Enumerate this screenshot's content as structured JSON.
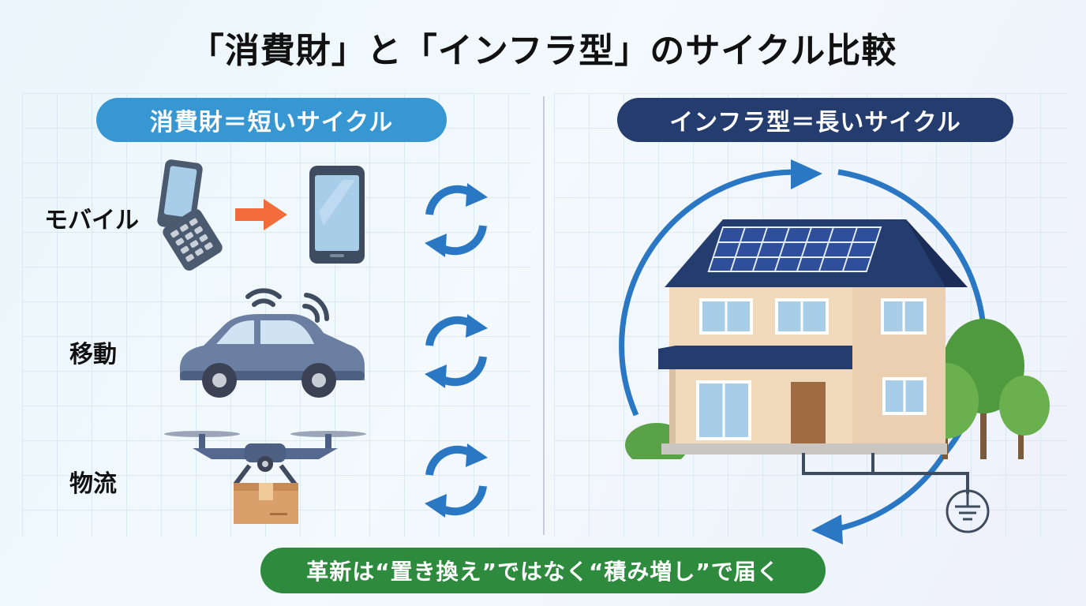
{
  "title": "「消費財」と「インフラ型」のサイクル比較",
  "left_panel": {
    "heading": "消費財＝短いサイクル",
    "rows": [
      {
        "label": "モバイル",
        "icons": [
          "flip-phone-icon",
          "arrow-right-icon",
          "smartphone-icon"
        ]
      },
      {
        "label": "移動",
        "icons": [
          "connected-car-icon"
        ]
      },
      {
        "label": "物流",
        "icons": [
          "delivery-drone-icon"
        ]
      }
    ],
    "cycle_icon": "refresh-cycle-icon"
  },
  "right_panel": {
    "heading": "インフラ型＝長いサイクル",
    "icons": [
      "large-cycle-arrow-icon",
      "solar-house-icon",
      "trees-icon",
      "ground-symbol-icon"
    ]
  },
  "footer": "革新は“置き換え”ではなく“積み増し”で届く",
  "colors": {
    "short_cycle": "#3797d3",
    "long_cycle": "#253c6e",
    "footer": "#2e8b3e",
    "cycle_arrow": "#2a78c4",
    "transition_arrow": "#f26b3a"
  }
}
